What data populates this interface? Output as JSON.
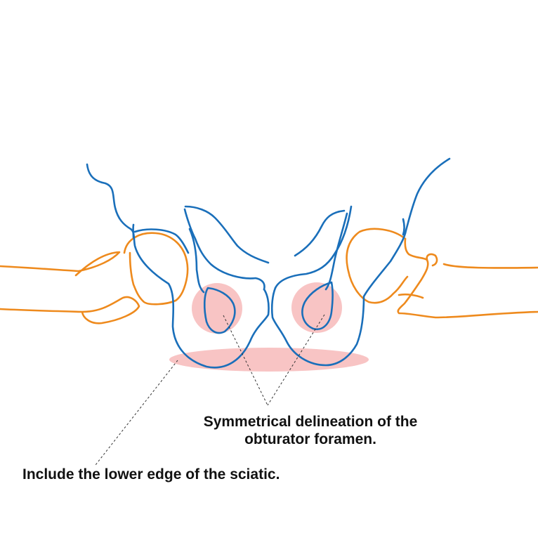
{
  "labels": {
    "obturator_line1": "Symmetrical delineation of the",
    "obturator_line2": "obturator foramen.",
    "sciatic": "Include the lower edge of the sciatic."
  },
  "colors": {
    "pelvis_outline": "#1a6fba",
    "femur_outline": "#ee8a1d",
    "highlight": "#f8c4c4",
    "leader_line": "#333333",
    "text": "#111111"
  }
}
